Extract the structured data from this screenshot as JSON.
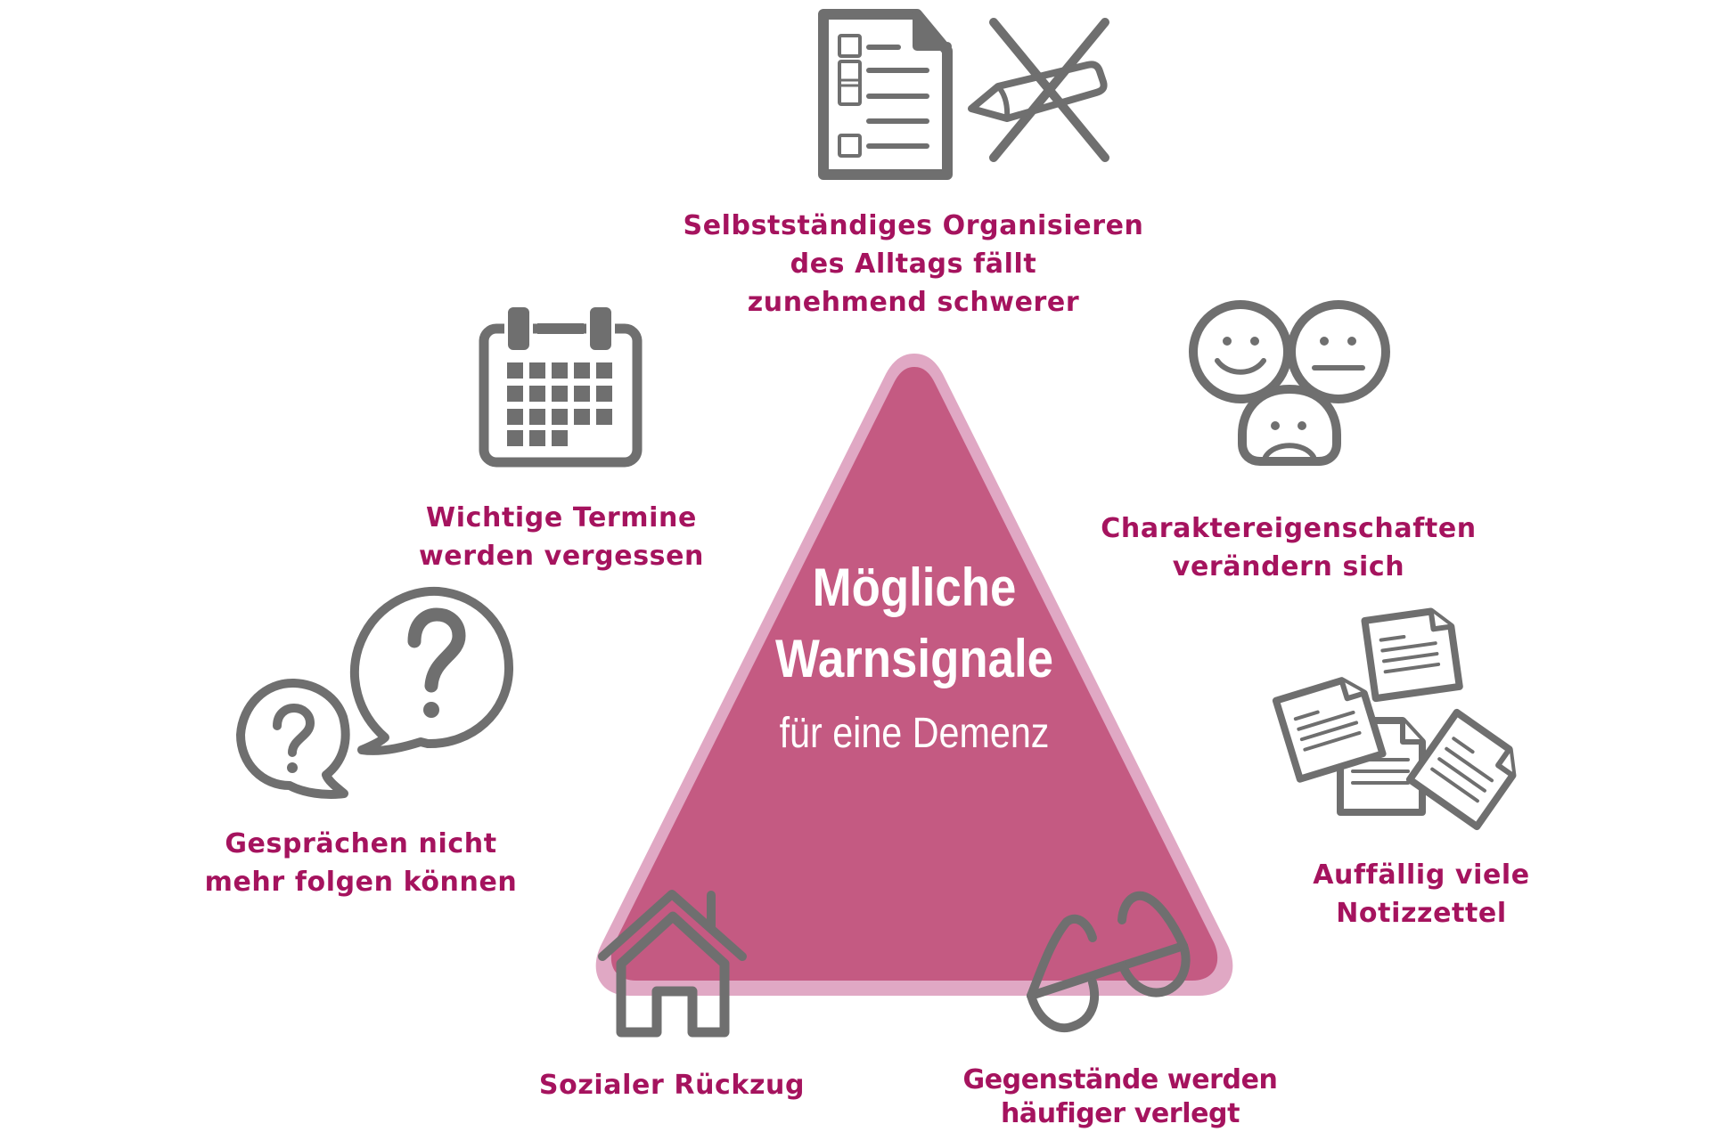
{
  "title": {
    "line1": "Mögliche",
    "line2": "Warnsignale",
    "subtitle": "für eine Demenz"
  },
  "colors": {
    "accent_text": "#A5135E",
    "triangle_fill": "#C45A82",
    "triangle_border": "#E0A8C4",
    "icon_gray": "#6F6F6F",
    "background": "#FFFFFF"
  },
  "signals": [
    {
      "id": "organisieren",
      "icon": "checklist-no-pencil-icon",
      "lines": [
        "Selbstständiges Organisieren",
        "des Alltags fällt",
        "zunehmend schwerer"
      ]
    },
    {
      "id": "charakter",
      "icon": "three-faces-icon",
      "lines": [
        "Charaktereigenschaften",
        "verändern sich"
      ]
    },
    {
      "id": "notizzettel",
      "icon": "scattered-notes-icon",
      "lines": [
        "Auffällig viele",
        "Notizzettel"
      ]
    },
    {
      "id": "gegenstaende",
      "icon": "glasses-icon",
      "lines": [
        "Gegenstände werden",
        "häufiger verlegt"
      ]
    },
    {
      "id": "rueckzug",
      "icon": "house-icon",
      "lines": [
        "Sozialer Rückzug"
      ]
    },
    {
      "id": "gespraeche",
      "icon": "question-speech-bubbles-icon",
      "lines": [
        "Gesprächen nicht",
        "mehr folgen können"
      ]
    },
    {
      "id": "termine",
      "icon": "calendar-icon",
      "lines": [
        "Wichtige Termine",
        "werden vergessen"
      ]
    }
  ]
}
